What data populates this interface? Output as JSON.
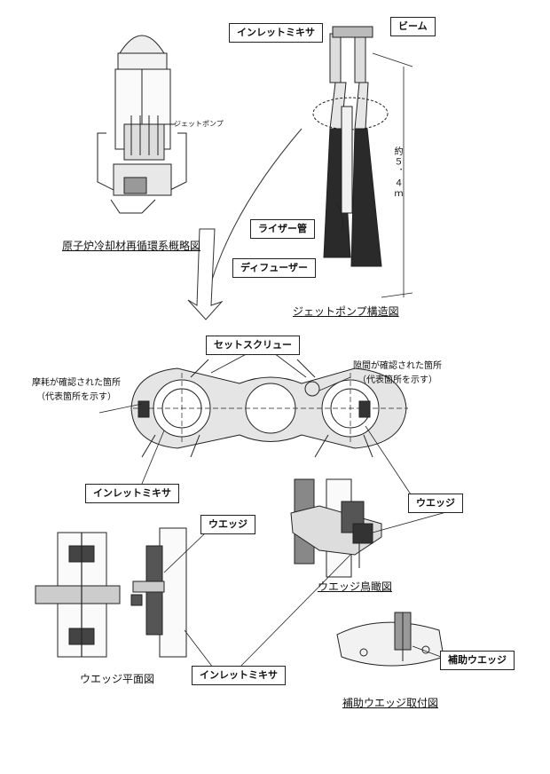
{
  "top_left": {
    "caption": "原子炉冷却材再循環系概略図",
    "jet_pump_tag": "ジェットポンプ"
  },
  "top_right": {
    "caption": "ジェットポンプ構造図",
    "label_inlet_mixer": "インレットミキサ",
    "label_beam": "ビーム",
    "label_riser": "ライザー管",
    "label_diffuser": "ディフューザー",
    "height_dim": "約５．４ｍ"
  },
  "middle": {
    "label_set_screw": "セットスクリュー",
    "wear_note_line1": "摩耗が確認された箇所",
    "wear_note_line2": "（代表箇所を示す）",
    "gap_note_line1": "隙間が確認された箇所",
    "gap_note_line2": "（代表箇所を示す）",
    "label_inlet_mixer": "インレットミキサ",
    "label_wedge": "ウエッジ"
  },
  "bottom": {
    "label_wedge": "ウエッジ",
    "caption_wedge_bird": "ウエッジ鳥瞰図",
    "caption_wedge_plan": "ウエッジ平面図",
    "label_inlet_mixer": "インレットミキサ",
    "label_aux_wedge": "補助ウエッジ",
    "caption_aux_wedge": "補助ウエッジ取付図"
  }
}
